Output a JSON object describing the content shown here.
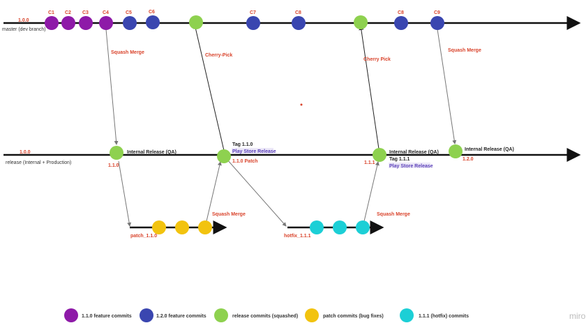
{
  "colors": {
    "f110": "#8e1aa8",
    "f120": "#3a46b0",
    "release": "#8ed14f",
    "patch": "#f2c30f",
    "hotfix": "#1ccfd6",
    "label": "#d9432b"
  },
  "master": {
    "label": "master (dev branch)",
    "version": "1.0.0",
    "commits": [
      "C1",
      "C2",
      "C3",
      "C4",
      "C5",
      "C6",
      "C7",
      "C8",
      "C8",
      "C9"
    ]
  },
  "release": {
    "label": "release (Internal + Production)",
    "version": "1.0.0",
    "internal_release": "Internal Release (QA)",
    "v110": "1.1.0",
    "tag110": "Tag 1.1.0",
    "play_store": "Play Store Release",
    "patch110": "1.1.0 Patch",
    "v111": "1.1.1",
    "tag111": "Tag 1.1.1",
    "v120": "1.2.0"
  },
  "branches": {
    "patch": "patch_1.1.0",
    "hotfix": "hotfix_1.1.1"
  },
  "actions": {
    "squash_merge": "Squash Merge",
    "cherry_pick_1": "Cherry-Pick",
    "cherry_pick_2": "Cherry Pick"
  },
  "legend": [
    "1.1.0 feature commits",
    "1.2.0 feature commits",
    "release commits (squashed)",
    "patch commits (bug fixes)",
    "1.1.1 (hotfix) commits"
  ],
  "watermark": "miro"
}
